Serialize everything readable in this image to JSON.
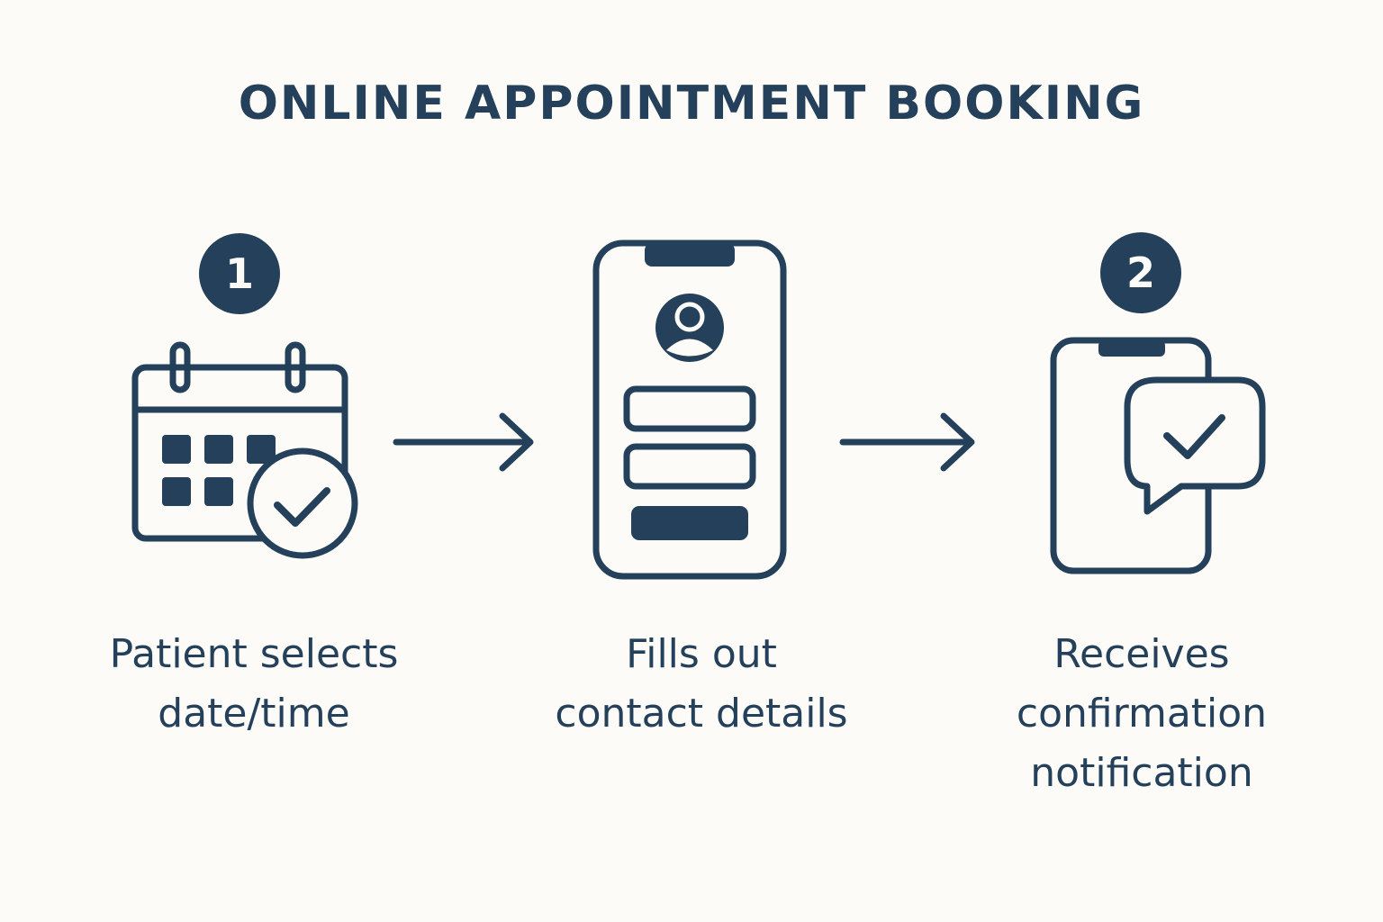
{
  "title": "ONLINE APPOINTMENT BOOKING",
  "steps": [
    {
      "badge": "1",
      "icon": "calendar-check-icon",
      "caption_lines": [
        "Patient selects",
        "date/time"
      ]
    },
    {
      "badge": "",
      "icon": "phone-form-icon",
      "caption_lines": [
        "Fills out",
        "contact details"
      ]
    },
    {
      "badge": "2",
      "icon": "phone-chat-check-icon",
      "caption_lines": [
        "Receives",
        "confirmation",
        "notification"
      ]
    }
  ],
  "colors": {
    "background": "#fcfbf7",
    "primary": "#24405a"
  }
}
